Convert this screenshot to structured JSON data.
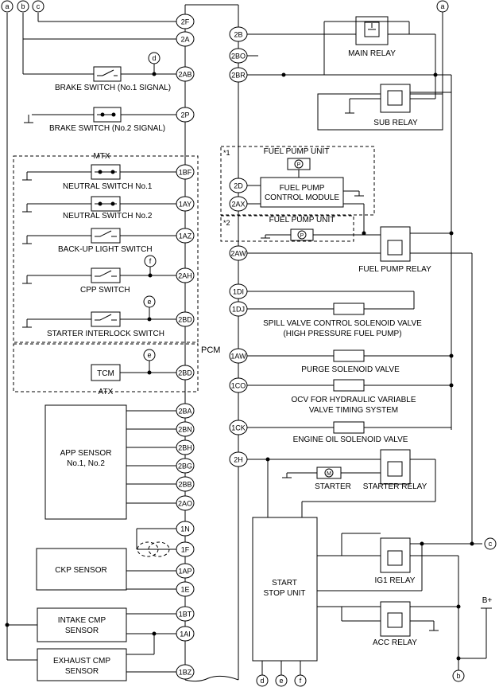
{
  "pcm": {
    "label": "PCM",
    "left_pins": [
      "2F",
      "2A",
      "2AB",
      "2P",
      "1BF",
      "1AY",
      "1AZ",
      "2AH",
      "2BD",
      "2BD",
      "2BA",
      "2BN",
      "2BH",
      "2BG",
      "2BB",
      "2AO",
      "1N",
      "1F",
      "1AP",
      "1E",
      "1BT",
      "1AI",
      "1BZ"
    ],
    "right_pins": [
      "2B",
      "2BO",
      "2BR",
      "2D",
      "2AX",
      "2AW",
      "1DI",
      "1DJ",
      "1AW",
      "1CO",
      "1CK",
      "2H"
    ]
  },
  "connectors": {
    "a": "a",
    "b": "b",
    "c": "c",
    "d": "d",
    "e": "e",
    "f": "f"
  },
  "groups": {
    "mtx": "MTX",
    "atx": "ATX",
    "star1": "*1",
    "star2": "*2"
  },
  "labels": {
    "brake1": "BRAKE SWITCH (No.1 SIGNAL)",
    "brake2": "BRAKE SWITCH (No.2 SIGNAL)",
    "neutral1": "NEUTRAL SWITCH No.1",
    "neutral2": "NEUTRAL SWITCH No.2",
    "backup": "BACK-UP LIGHT SWITCH",
    "cpp": "CPP SWITCH",
    "interlock": "STARTER INTERLOCK SWITCH",
    "tcm": "TCM",
    "app1": "APP SENSOR",
    "app2": "No.1, No.2",
    "ckp": "CKP SENSOR",
    "intake1": "INTAKE CMP",
    "intake2": "SENSOR",
    "exhaust1": "EXHAUST CMP",
    "exhaust2": "SENSOR",
    "main_relay": "MAIN RELAY",
    "sub_relay": "SUB RELAY",
    "fpu1": "FUEL PUMP UNIT",
    "fpu2": "FUEL PUMP UNIT",
    "fpcm1": "FUEL PUMP",
    "fpcm2": "CONTROL MODULE",
    "fp_relay": "FUEL PUMP RELAY",
    "spill1": "SPILL VALVE CONTROL SOLENOID VALVE",
    "spill2": "(HIGH PRESSURE FUEL PUMP)",
    "purge": "PURGE SOLENOID VALVE",
    "ocv1": "OCV FOR HYDRAULIC VARIABLE",
    "ocv2": "VALVE TIMING SYSTEM",
    "oil": "ENGINE OIL SOLENOID VALVE",
    "starter": "STARTER",
    "starter_relay": "STARTER RELAY",
    "ssu1": "START",
    "ssu2": "STOP UNIT",
    "ig1": "IG1 RELAY",
    "acc": "ACC RELAY",
    "bplus": "B+",
    "pump_glyph": "P",
    "motor_glyph": "M"
  }
}
